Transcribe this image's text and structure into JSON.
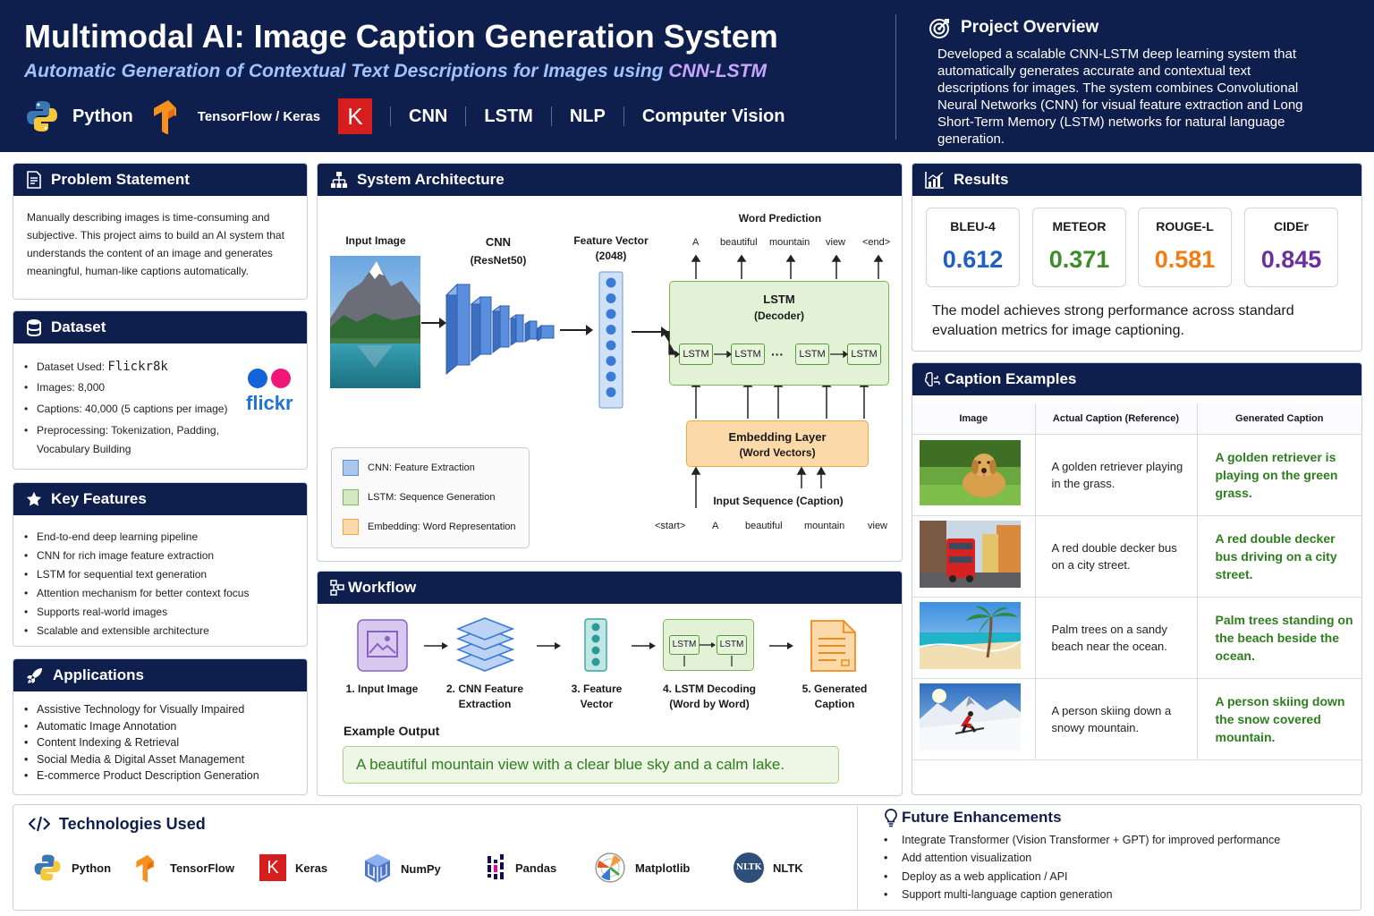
{
  "header": {
    "title": "Multimodal AI: Image Caption Generation System",
    "subtitle_main": "Automatic Generation of Contextual Text Descriptions for Images using ",
    "subtitle_highlight": "CNN-LSTM",
    "tech": [
      "Python",
      "TensorFlow / Keras",
      "K",
      "CNN",
      "LSTM",
      "NLP",
      "Computer Vision"
    ],
    "overview_title": "Project Overview",
    "overview_text": "Developed a scalable CNN-LSTM deep learning system that automatically generates accurate and contextual text descriptions for images. The system combines Convolutional Neural Networks (CNN) for visual feature extraction and Long Short-Term Memory (LSTM) networks for natural language generation."
  },
  "problem": {
    "title": "Problem Statement",
    "text": "Manually describing images is time-consuming and subjective. This project aims to build an AI system that understands the content of an image and generates meaningful, human-like captions automatically."
  },
  "dataset": {
    "title": "Dataset",
    "used_label": "Dataset Used:",
    "used_value": "Flickr8k",
    "items": [
      "Images: 8,000",
      "Captions: 40,000 (5 captions per image)",
      "Preprocessing: Tokenization, Padding, Vocabulary Building"
    ],
    "logo_text": "flickr"
  },
  "features": {
    "title": "Key Features",
    "items": [
      "End-to-end deep learning pipeline",
      "CNN for rich image feature extraction",
      "LSTM for sequential text generation",
      "Attention mechanism for better context focus",
      "Supports real-world images",
      "Scalable and extensible architecture"
    ]
  },
  "applications": {
    "title": "Applications",
    "items": [
      "Assistive Technology for Visually Impaired",
      "Automatic Image Annotation",
      "Content Indexing & Retrieval",
      "Social Media & Digital Asset Management",
      "E-commerce Product Description Generation"
    ]
  },
  "architecture": {
    "title": "System Architecture",
    "input_image": "Input Image",
    "cnn": "CNN",
    "cnn_sub": "(ResNet50)",
    "feature_vector": "Feature Vector",
    "feature_dim": "(2048)",
    "word_prediction": "Word Prediction",
    "pred_words": [
      "A",
      "beautiful",
      "mountain",
      "view",
      "<end>"
    ],
    "lstm_title": "LSTM",
    "lstm_sub": "(Decoder)",
    "lstm_cell": "LSTM",
    "dots": "···",
    "embedding_title": "Embedding Layer",
    "embedding_sub": "(Word Vectors)",
    "input_sequence": "Input Sequence (Caption)",
    "input_words": [
      "<start>",
      "A",
      "beautiful",
      "mountain",
      "view"
    ],
    "legend": [
      "CNN: Feature Extraction",
      "LSTM: Sequence Generation",
      "Embedding: Word Representation"
    ],
    "colors": {
      "cnn": "#5b8fde",
      "lstm": "#e7f4dc",
      "embedding": "#fcd9a8"
    }
  },
  "workflow": {
    "title": "Workflow",
    "steps": [
      {
        "l1": "1. Input Image",
        "l2": ""
      },
      {
        "l1": "2. CNN Feature",
        "l2": "Extraction"
      },
      {
        "l1": "3. Feature",
        "l2": "Vector"
      },
      {
        "l1": "4. LSTM Decoding",
        "l2": "(Word by Word)"
      },
      {
        "l1": "5. Generated",
        "l2": "Caption"
      }
    ],
    "cell": "LSTM",
    "example_label": "Example Output",
    "example_text": "A beautiful mountain view with a clear blue sky and a calm lake."
  },
  "results": {
    "title": "Results",
    "metrics": [
      {
        "name": "BLEU-4",
        "value": "0.612",
        "color": "#1f5fc4"
      },
      {
        "name": "METEOR",
        "value": "0.371",
        "color": "#3d8b2a"
      },
      {
        "name": "ROUGE-L",
        "value": "0.581",
        "color": "#f07c12"
      },
      {
        "name": "CIDEr",
        "value": "0.845",
        "color": "#6b2fa0"
      }
    ],
    "summary": "The model achieves strong performance across standard evaluation metrics for image captioning."
  },
  "captions": {
    "title": "Caption Examples",
    "headers": [
      "Image",
      "Actual Caption (Reference)",
      "Generated Caption"
    ],
    "rows": [
      {
        "actual": "A golden retriever playing in the grass.",
        "generated": "A golden retriever is playing on the green grass."
      },
      {
        "actual": "A red double decker bus on a city street.",
        "generated": "A red double decker bus driving on a city street."
      },
      {
        "actual": "Palm trees on a sandy beach near the ocean.",
        "generated": "Palm trees standing on the beach beside the ocean."
      },
      {
        "actual": "A person skiing down a snowy mountain.",
        "generated": "A person skiing down the snow covered mountain."
      }
    ]
  },
  "technologies": {
    "title": "Technologies Used",
    "items": [
      "Python",
      "TensorFlow",
      "Keras",
      "NumPy",
      "Pandas",
      "Matplotlib",
      "NLTK"
    ],
    "nltk_badge": "NLTK",
    "keras_badge": "K"
  },
  "future": {
    "title": "Future Enhancements",
    "items": [
      "Integrate Transformer (Vision Transformer + GPT) for improved performance",
      "Add attention visualization",
      "Deploy as a web application / API",
      "Support multi-language caption generation"
    ]
  }
}
